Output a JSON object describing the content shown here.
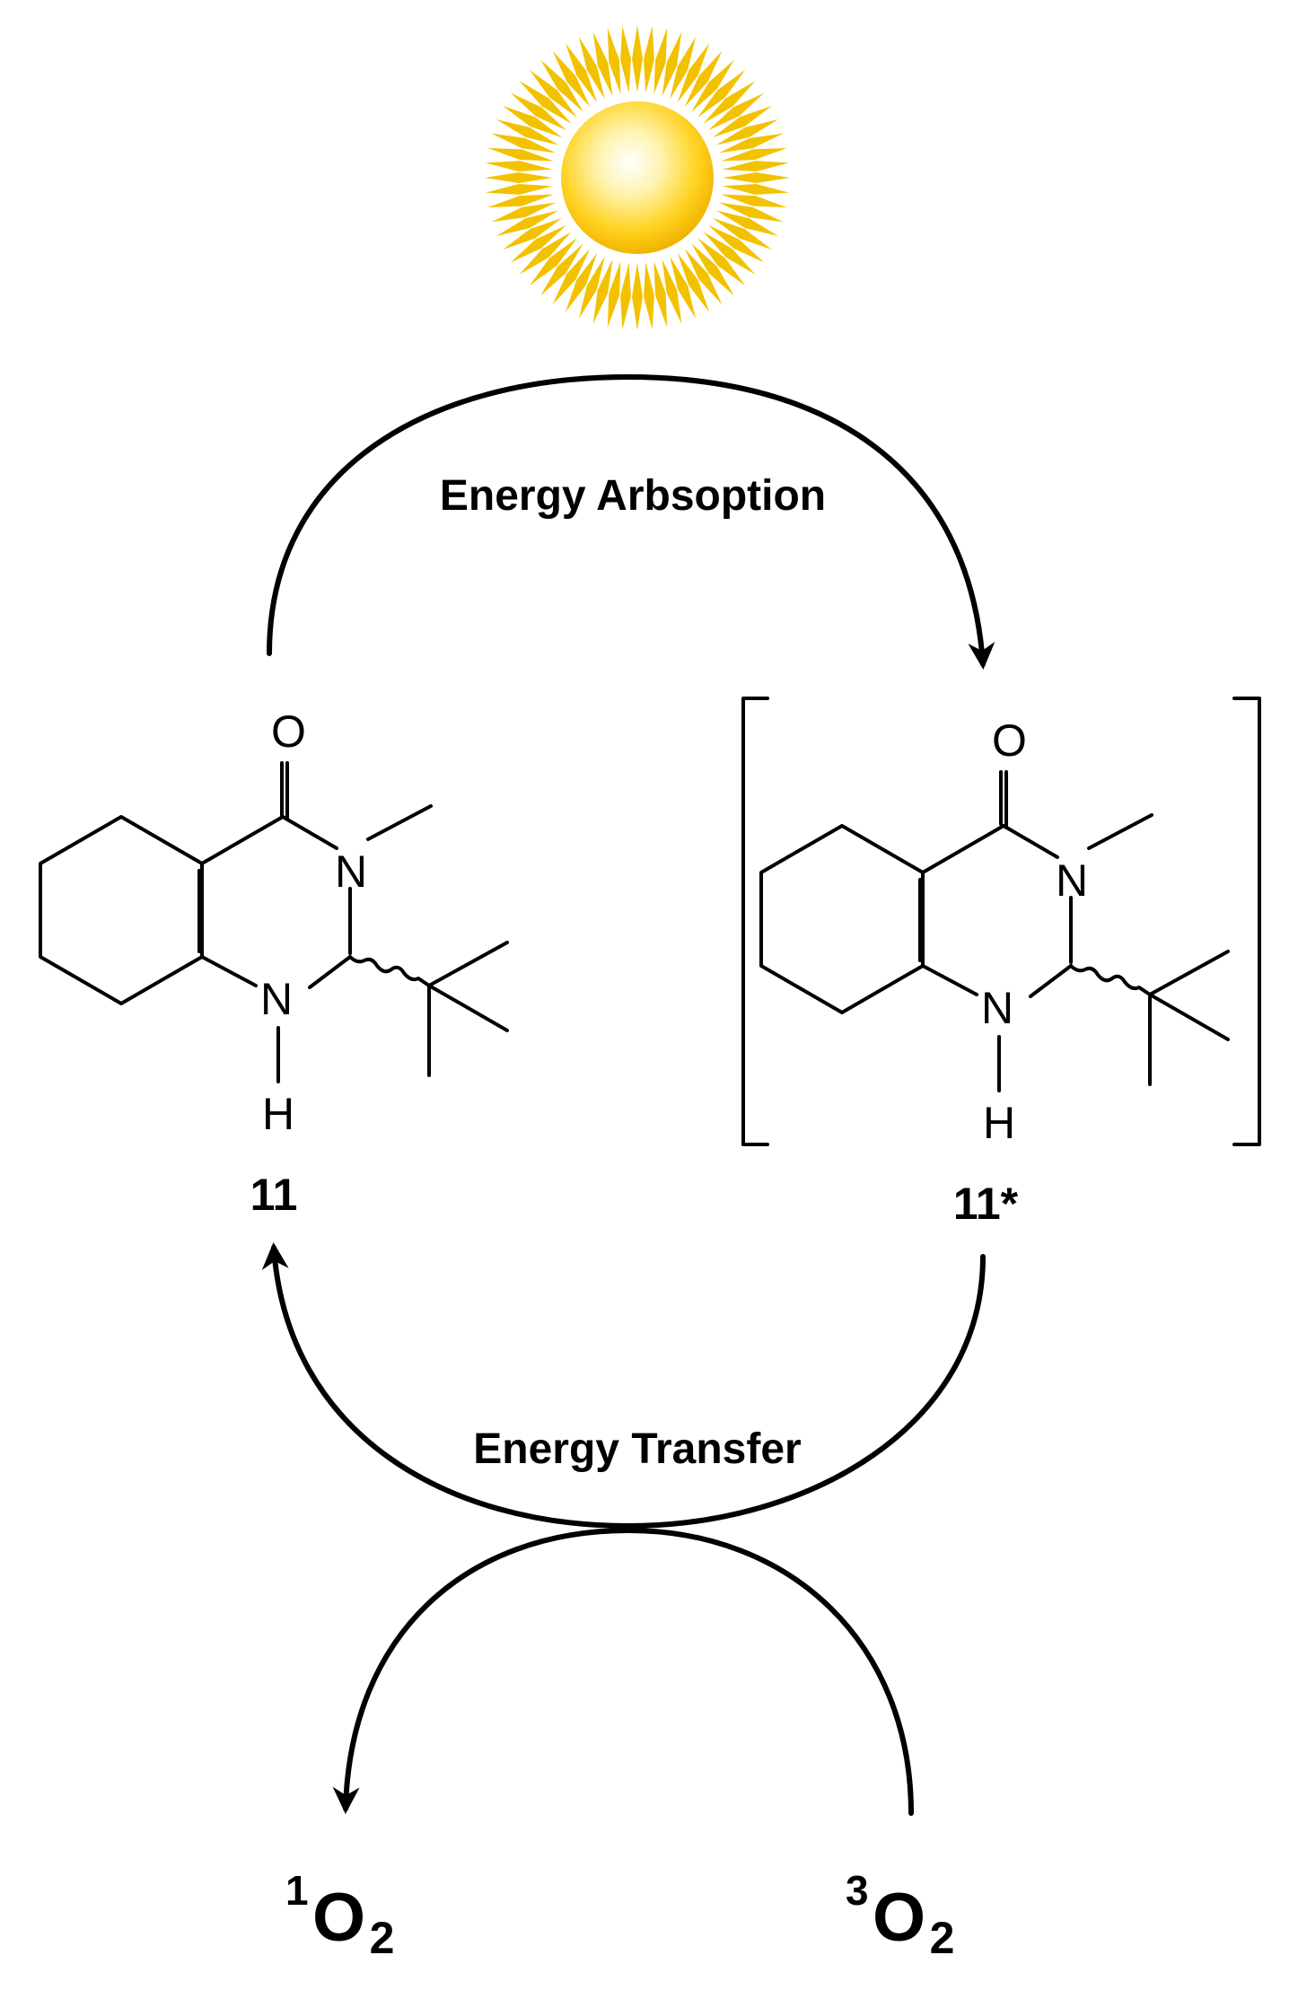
{
  "labels": {
    "energy_absorption": "Energy Arbsoption",
    "energy_transfer": "Energy Transfer",
    "compound_ground": "11",
    "compound_excited": "11*"
  },
  "oxygen": {
    "singlet_prefix": "1",
    "triplet_prefix": "3",
    "element": "O",
    "subscript": "2"
  },
  "atoms": {
    "oxygen": "O",
    "nitrogen": "N",
    "hydrogen": "H"
  },
  "colors": {
    "sun_core": "#ffe37a",
    "sun_rays": "#f2c200",
    "ink": "#000000"
  }
}
